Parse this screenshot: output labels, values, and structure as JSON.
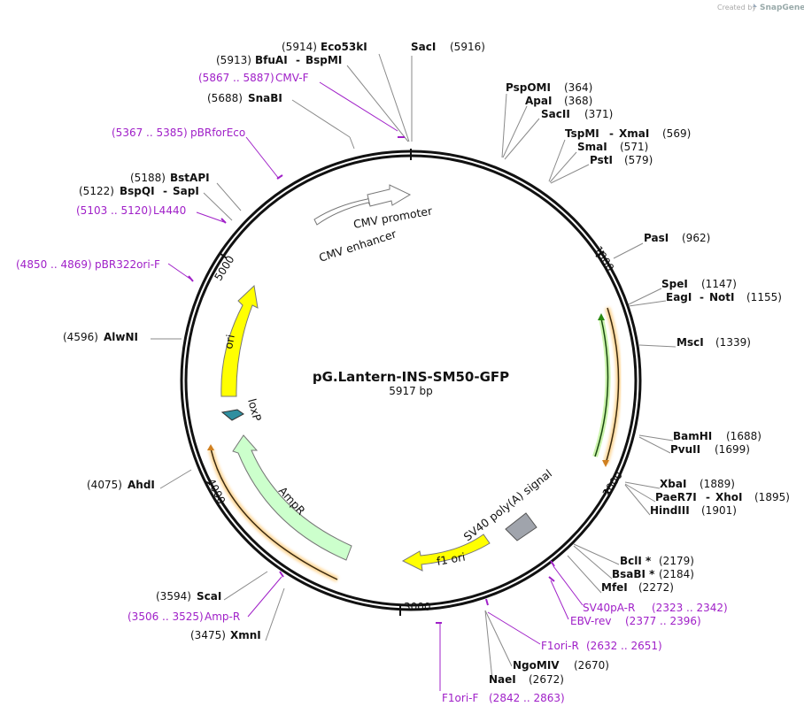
{
  "credit": {
    "prefix": "Created by",
    "brand": "SnapGene"
  },
  "plasmid": {
    "name": "pG.Lantern-INS-SM50-GFP",
    "size": "5917 bp"
  },
  "ticks": [
    "1000",
    "2000",
    "3000",
    "4000",
    "5000"
  ],
  "features": {
    "cmv_promoter": "CMV promoter",
    "cmv_enhancer": "CMV enhancer",
    "ori": "ori",
    "loxp": "loxP",
    "ampr": "AmpR",
    "sv40": "SV40 poly(A) signal",
    "f1ori": "f1 ori"
  },
  "sites": [
    {
      "pos": "(5914)",
      "name": "Eco53kI"
    },
    {
      "pos": "(5913)",
      "name": "BfuAI",
      "name2": "BspMI"
    },
    {
      "name": "SacI",
      "pos": "(5916)"
    },
    {
      "pos": "(5688)",
      "name": "SnaBI"
    },
    {
      "name": "PspOMI",
      "pos": "(364)"
    },
    {
      "name": "ApaI",
      "pos": "(368)"
    },
    {
      "name": "SacII",
      "pos": "(371)"
    },
    {
      "name": "TspMI",
      "name2": "XmaI",
      "pos": "(569)"
    },
    {
      "name": "SmaI",
      "pos": "(571)"
    },
    {
      "name": "PstI",
      "pos": "(579)"
    },
    {
      "name": "PasI",
      "pos": "(962)"
    },
    {
      "name": "SpeI",
      "pos": "(1147)"
    },
    {
      "name": "EagI",
      "name2": "NotI",
      "pos": "(1155)"
    },
    {
      "name": "MscI",
      "pos": "(1339)"
    },
    {
      "name": "BamHI",
      "pos": "(1688)"
    },
    {
      "name": "PvuII",
      "pos": "(1699)"
    },
    {
      "name": "XbaI",
      "pos": "(1889)"
    },
    {
      "name": "PaeR7I",
      "name2": "XhoI",
      "pos": "(1895)"
    },
    {
      "name": "HindIII",
      "pos": "(1901)"
    },
    {
      "name": "BclI *",
      "pos": "(2179)"
    },
    {
      "name": "BsaBI *",
      "pos": "(2184)"
    },
    {
      "name": "MfeI",
      "pos": "(2272)"
    },
    {
      "name": "NgoMIV",
      "pos": "(2670)"
    },
    {
      "name": "NaeI",
      "pos": "(2672)"
    },
    {
      "pos": "(3475)",
      "name": "XmnI"
    },
    {
      "pos": "(3594)",
      "name": "ScaI"
    },
    {
      "pos": "(4075)",
      "name": "AhdI"
    },
    {
      "pos": "(4596)",
      "name": "AlwNI"
    },
    {
      "pos": "(5188)",
      "name": "BstAPI"
    },
    {
      "pos": "(5122)",
      "name": "BspQI",
      "name2": "SapI"
    }
  ],
  "primers": [
    {
      "range": "(5867 .. 5887)",
      "name": "CMV-F"
    },
    {
      "range": "(5367 .. 5385)",
      "name": "pBRforEco"
    },
    {
      "range": "(5103 .. 5120)",
      "name": "L4440"
    },
    {
      "range": "(4850 .. 4869)",
      "name": "pBR322ori-F"
    },
    {
      "name": "SV40pA-R",
      "range": "(2323 .. 2342)"
    },
    {
      "name": "EBV-rev",
      "range": "(2377 .. 2396)"
    },
    {
      "name": "F1ori-R",
      "range": "(2632 .. 2651)"
    },
    {
      "name": "F1ori-F",
      "range": "(2842 .. 2863)"
    },
    {
      "range": "(3506 .. 3525)",
      "name": "Amp-R"
    }
  ]
}
